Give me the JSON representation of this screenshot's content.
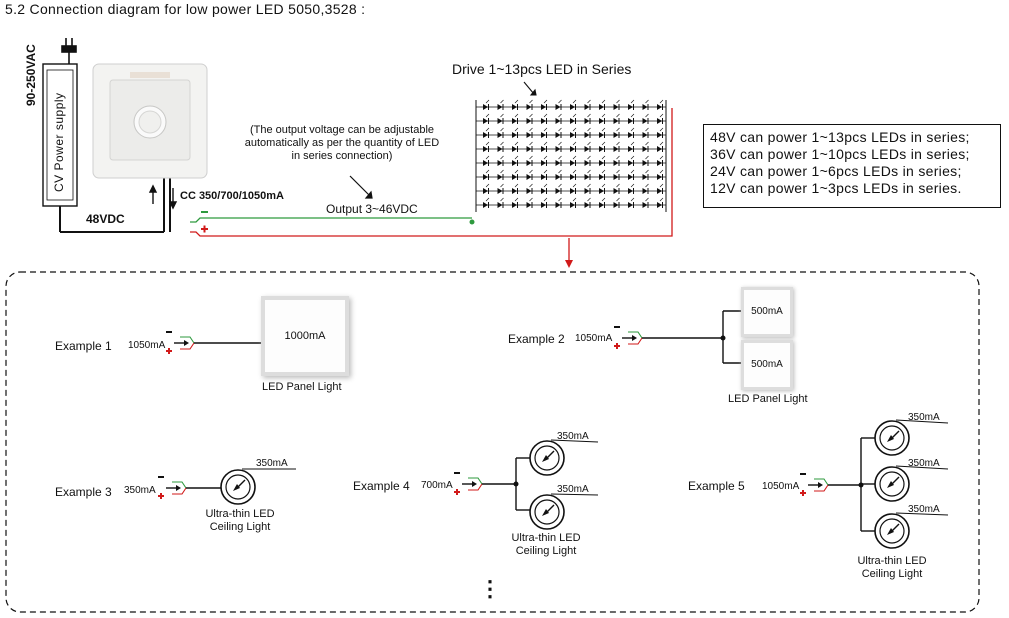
{
  "heading": "5.2 Connection diagram for low power LED 5050,3528 :",
  "power": {
    "ac_label": "90-250VAC",
    "supply_label": "CV Power supply",
    "dc_label": "48VDC"
  },
  "dimmer": {
    "cc_label": "CC 350/700/1050mA",
    "note_lines": [
      "(The output voltage can be adjustable",
      "automatically as per the quantity of LED",
      "in series connection)"
    ],
    "output_label": "Output 3~46VDC"
  },
  "led_array": {
    "title": "Drive 1~13pcs LED in Series"
  },
  "info": {
    "lines": [
      "48V can power 1~13pcs LEDs in series;",
      "36V can power 1~10pcs LEDs in series;",
      "24V can power 1~6pcs LEDs in series;",
      "12V can power 1~3pcs LEDs in series."
    ]
  },
  "examples": [
    {
      "name": "Example 1",
      "current": "1050mA",
      "loads": [
        "1000mA"
      ],
      "caption": [
        "LED Panel Light"
      ]
    },
    {
      "name": "Example 2",
      "current": "1050mA",
      "loads": [
        "500mA",
        "500mA"
      ],
      "caption": [
        "LED Panel Light"
      ]
    },
    {
      "name": "Example 3",
      "current": "350mA",
      "loads": [
        "350mA"
      ],
      "caption": [
        "Ultra-thin LED",
        "Ceiling Light"
      ]
    },
    {
      "name": "Example 4",
      "current": "700mA",
      "loads": [
        "350mA",
        "350mA"
      ],
      "caption": [
        "Ultra-thin LED",
        "Ceiling Light"
      ]
    },
    {
      "name": "Example 5",
      "current": "1050mA",
      "loads": [
        "350mA",
        "350mA",
        "350mA"
      ],
      "caption": [
        "Ultra-thin LED",
        "Ceiling Light"
      ]
    }
  ],
  "ellipsis": "⋮",
  "colors": {
    "negative_wire": "#2e9a3e",
    "positive_wire": "#d11a1a",
    "wire": "#111111",
    "dashed_border": "#111111"
  }
}
